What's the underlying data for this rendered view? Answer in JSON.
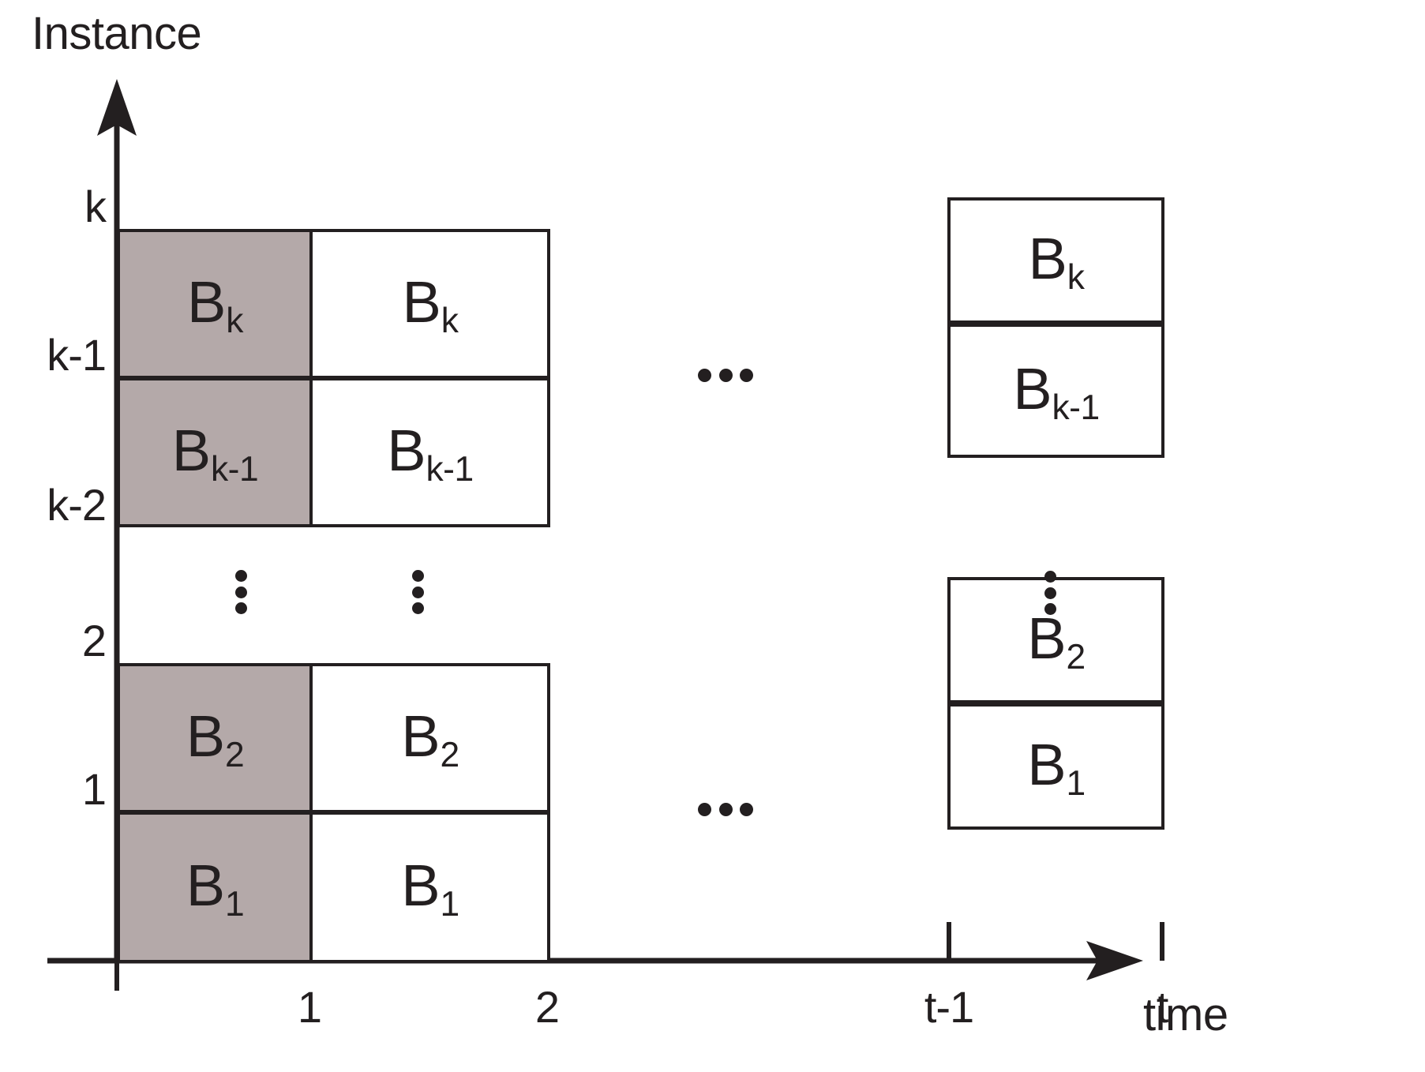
{
  "figure": {
    "axes": {
      "y_title": "Instance",
      "x_title": "time",
      "y_ticks": [
        "k",
        "k-1",
        "k-2",
        "2",
        "1"
      ],
      "x_ticks": [
        "1",
        "2",
        "t-1",
        "t"
      ]
    },
    "colors": {
      "shaded_block": "#b4a9a9",
      "stroke": "#231f20",
      "background": "#ffffff"
    },
    "blocks": {
      "b_k": "B",
      "b_k_sub": "k",
      "b_km1": "B",
      "b_km1_sub": "k-1",
      "b_2": "B",
      "b_2_sub": "2",
      "b_1": "B",
      "b_1_sub": "1"
    },
    "columns": [
      {
        "name": "column-0",
        "shaded": true
      },
      {
        "name": "column-1",
        "shaded": false
      },
      {
        "name": "column-t",
        "shaded": false
      }
    ],
    "ellipsis": {
      "vertical": "vertical-ellipsis",
      "horizontal": "horizontal-ellipsis"
    }
  },
  "chart_data": {
    "type": "diagram",
    "title": "",
    "xlabel": "time",
    "ylabel": "Instance",
    "xtick_labels": [
      "1",
      "2",
      "t-1",
      "t"
    ],
    "ytick_labels": [
      "k",
      "k-1",
      "k-2",
      "2",
      "1"
    ],
    "description": "Sliding-window block diagram: at each time step a column of k blocks B_1..B_k is stacked; the first (leftmost, time 0-1) column is shaded grey and the subsequent columns are white; ellipses indicate omitted middle rows and omitted middle time steps.",
    "grid": false,
    "legend": "none"
  }
}
